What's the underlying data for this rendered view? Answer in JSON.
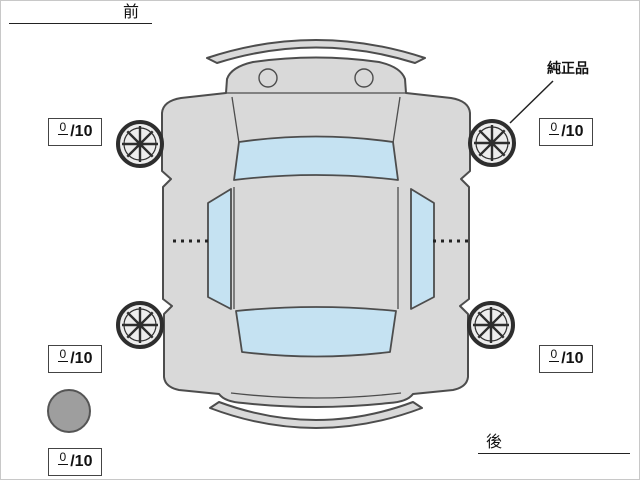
{
  "labels": {
    "front": "前",
    "rear": "後",
    "genuine_part": "純正品"
  },
  "tread_scores": {
    "front_left": {
      "value": "0",
      "denominator": "/10"
    },
    "front_right": {
      "value": "0",
      "denominator": "/10"
    },
    "rear_left": {
      "value": "0",
      "denominator": "/10"
    },
    "rear_right": {
      "value": "0",
      "denominator": "/10"
    },
    "spare": {
      "value": "0",
      "denominator": "/10"
    }
  },
  "icons": {
    "wheels": "alloy-wheel-icon",
    "spare_tire": "spare-tire-icon"
  },
  "colors": {
    "body": "#d9d9d9",
    "glass": "#c5e2f2",
    "outline": "#4d4d4d",
    "spare": "#9e9e9e",
    "line": "#222222"
  }
}
